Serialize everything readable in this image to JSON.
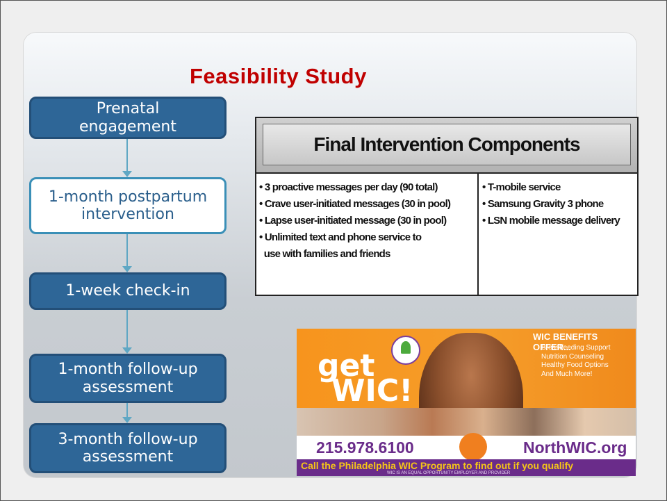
{
  "slide": {
    "title": "Feasibility Study"
  },
  "flow": {
    "steps": [
      {
        "label_line1": "Prenatal",
        "label_line2": "engagement"
      },
      {
        "label_line1": "1-month postpartum",
        "label_line2": "intervention"
      },
      {
        "label_line1": "1-week check-in",
        "label_line2": ""
      },
      {
        "label_line1": "1-month follow-up",
        "label_line2": "assessment"
      },
      {
        "label_line1": "3-month follow-up",
        "label_line2": "assessment"
      }
    ]
  },
  "table": {
    "header": "Final Intervention Components",
    "left_items": [
      "• 3 proactive messages per day (90 total)",
      "• Crave user-initiated messages (30 in pool)",
      "• Lapse user-initiated message (30 in pool)",
      "• Unlimited text and phone service to",
      "  use with families and friends"
    ],
    "right_items": [
      "• T-mobile service",
      "• Samsung Gravity 3 phone",
      "•  LSN mobile message delivery"
    ]
  },
  "ad": {
    "get": "get",
    "wic": "WIC!",
    "benefits_title": "WIC BENEFITS OFFER...",
    "benefits": [
      "Breastfeeding Support",
      "Nutrition Counseling",
      "Healthy Food Options",
      "And Much More!"
    ],
    "phone": "215.978.6100",
    "website": "NorthWIC.org",
    "call_to_action": "Call the Philadelphia WIC Program to find out if you qualify",
    "eeo": "WIC IS AN EQUAL OPPORTUNITY EMPLOYER AND PROVIDER",
    "colors": {
      "orange": "#f7941d",
      "purple": "#6a2c8a",
      "yellow": "#f5c518"
    }
  },
  "colors": {
    "title_red": "#c00000",
    "step_blue": "#2e6697",
    "step_border_light": "#3a8fb7"
  }
}
